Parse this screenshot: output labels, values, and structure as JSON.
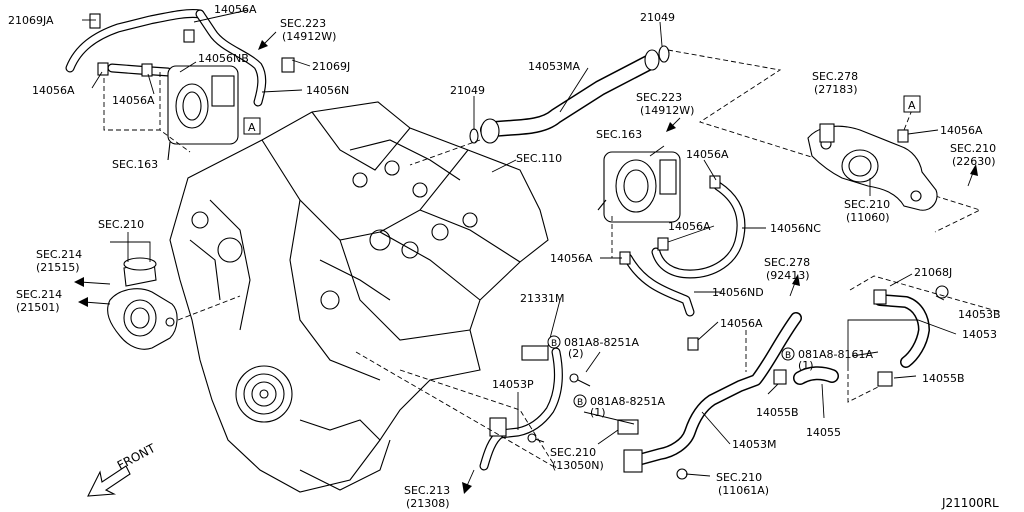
{
  "labels": {
    "l_21069JA": "21069JA",
    "l_14056A_top": "14056A",
    "l_sec223_top": "SEC.223",
    "l_sec223_top_sub": "(14912W)",
    "l_14056NB": "14056NB",
    "l_21069J": "21069J",
    "l_14056A_left": "14056A",
    "l_14056A_left2": "14056A",
    "l_14056N": "14056N",
    "l_box_A_left": "A",
    "l_sec163_left": "SEC.163",
    "l_21049_top": "21049",
    "l_14053MA": "14053MA",
    "l_21049_mid": "21049",
    "l_sec223_mid": "SEC.223",
    "l_sec223_mid_sub": "(14912W)",
    "l_sec278_top": "SEC.278",
    "l_sec278_top_sub": "(27183)",
    "l_box_A_right": "A",
    "l_14056A_right": "14056A",
    "l_sec210_right": "SEC.210",
    "l_sec210_right_sub": "(22630)",
    "l_sec163_mid": "SEC.163",
    "l_sec110": "SEC.110",
    "l_14056A_tb": "14056A",
    "l_sec210_11060": "SEC.210",
    "l_sec210_11060_sub": "(11060)",
    "l_sec210_left": "SEC.210",
    "l_14056A_mid": "14056A",
    "l_14056NC": "14056NC",
    "l_sec214_a": "SEC.214",
    "l_sec214_a_sub": "(21515)",
    "l_14056A_mid2": "14056A",
    "l_sec278_mid": "SEC.278",
    "l_sec278_mid_sub": "(92413)",
    "l_21068J": "21068J",
    "l_sec214_b": "SEC.214",
    "l_sec214_b_sub": "(21501)",
    "l_14056ND": "14056ND",
    "l_14053B": "14053B",
    "l_21331M": "21331M",
    "l_14056A_low": "14056A",
    "l_14053": "14053",
    "l_bolt1": "081A8-8251A",
    "l_bolt1_qty": "(2)",
    "l_bolt3": "081A8-8161A",
    "l_bolt3_qty": "(1)",
    "l_14053P": "14053P",
    "l_14055B_right": "14055B",
    "l_bolt2": "081A8-8251A",
    "l_bolt2_qty": "(1)",
    "l_14055B_mid": "14055B",
    "l_14055": "14055",
    "l_14053M": "14053M",
    "l_sec210_13050": "SEC.210",
    "l_sec210_13050_sub": "(13050N)",
    "l_front": "FRONT",
    "l_sec213": "SEC.213",
    "l_sec213_sub": "(21308)",
    "l_sec210_11061": "SEC.210",
    "l_sec210_11061_sub": "(11061A)",
    "l_drawing_no": "J21100RL",
    "l_B1": "B",
    "l_B2": "B",
    "l_B3": "B"
  }
}
